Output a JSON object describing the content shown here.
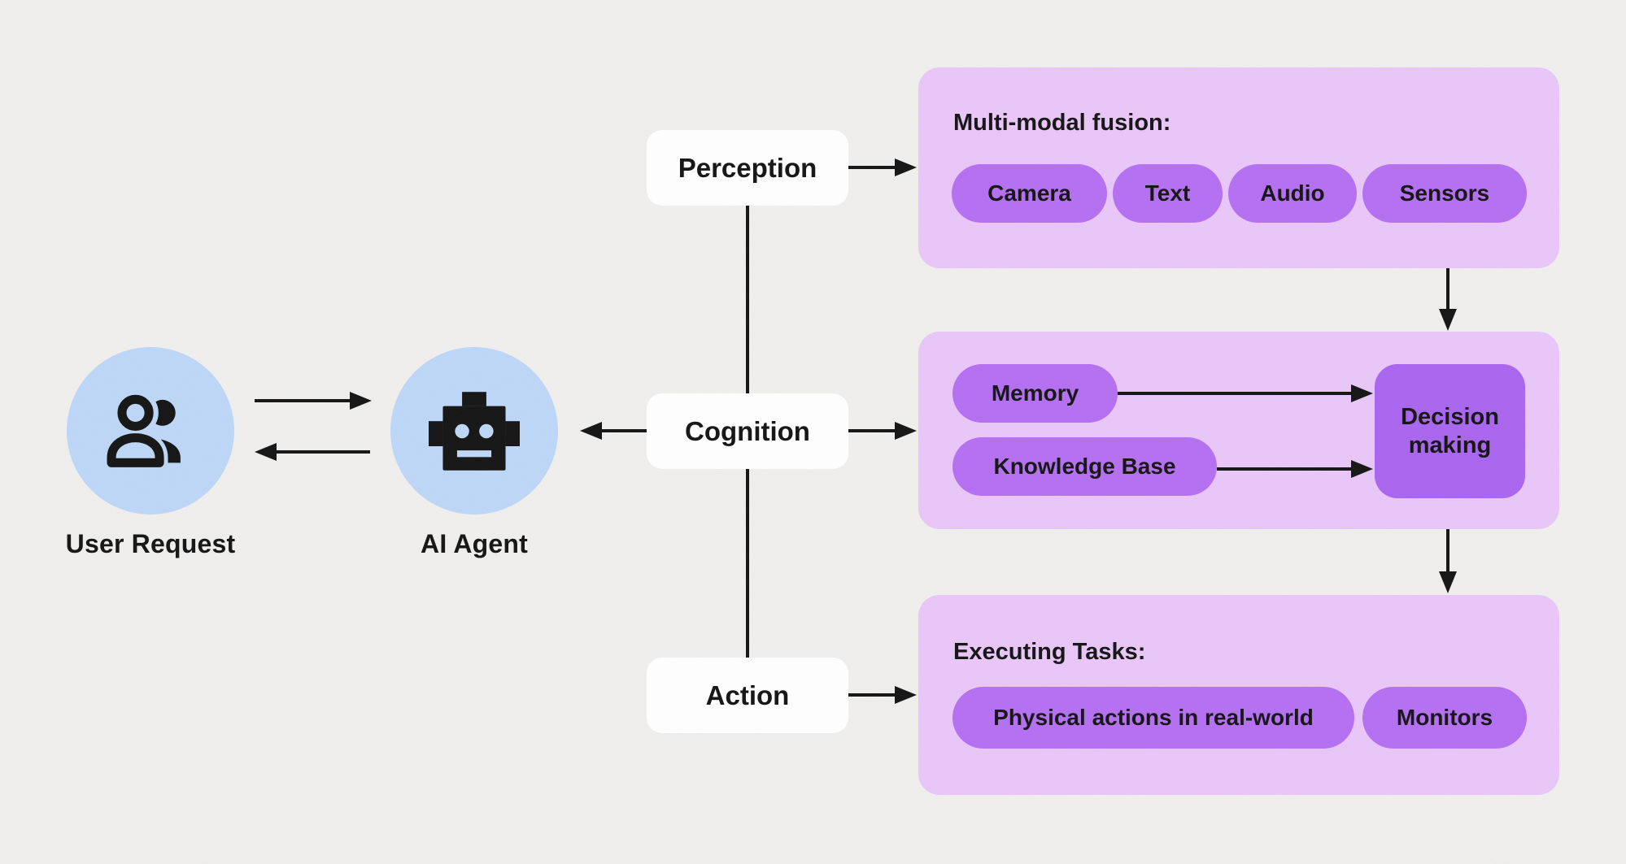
{
  "colors": {
    "background": "#f0efed",
    "actor_circle_blue": "#bed7f8",
    "panel_purple": "#e9c6f9",
    "pill_purple": "#b46ff2",
    "decision_purple": "#a965ef",
    "stage_box_white": "#ffffff",
    "ink": "#141414"
  },
  "left_flow": {
    "user": {
      "label": "User Request",
      "icon": "user-group-icon"
    },
    "agent": {
      "label": "AI Agent",
      "icon": "robot-icon"
    }
  },
  "stages": [
    {
      "label": "Perception"
    },
    {
      "label": "Cognition"
    },
    {
      "label": "Action"
    }
  ],
  "panels": [
    {
      "title": "Multi-modal fusion:",
      "pills": [
        "Camera",
        "Text",
        "Audio",
        "Sensors"
      ]
    },
    {
      "sources": [
        "Memory",
        "Knowledge Base"
      ],
      "target": "Decision making"
    },
    {
      "title": "Executing Tasks:",
      "pills": [
        "Physical actions in real-world",
        "Monitors"
      ]
    }
  ]
}
